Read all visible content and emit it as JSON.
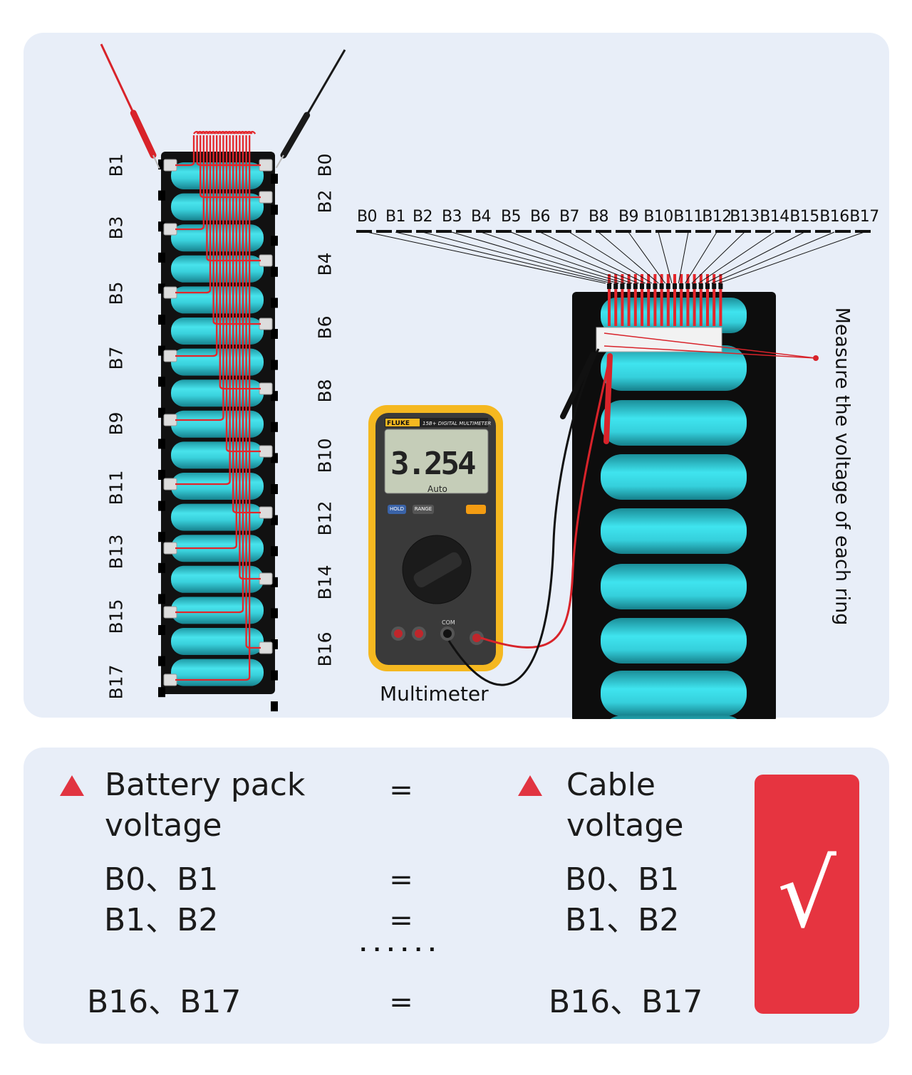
{
  "left_pack": {
    "left_labels": [
      "B1",
      "B3",
      "B5",
      "B7",
      "B9",
      "B11",
      "B13",
      "B15",
      "B17"
    ],
    "right_labels": [
      "B0",
      "B2",
      "B4",
      "B6",
      "B8",
      "B10",
      "B12",
      "B14",
      "B16"
    ]
  },
  "connector_labels": [
    "B0",
    "B1",
    "B2",
    "B3",
    "B4",
    "B5",
    "B6",
    "B7",
    "B8",
    "B9",
    "B10",
    "B11",
    "B12",
    "B13",
    "B14",
    "B15",
    "B16",
    "B17"
  ],
  "measure_note": "Measure the voltage of each ring",
  "multimeter": {
    "label": "Multimeter",
    "brand": "FLUKE",
    "model": "15B+ DIGITAL MULTIMETER",
    "reading": "3.254",
    "mode": "Auto",
    "hold_label": "HOLD",
    "range_label": "RANGE",
    "com_label": "COM"
  },
  "comparison": {
    "left_header_line1": "Battery pack",
    "left_header_line2": "voltage",
    "right_header_line1": "Cable",
    "right_header_line2": "voltage",
    "equals": "=",
    "ellipsis": "······",
    "rows": [
      {
        "left": "B0、B1",
        "right": "B0、B1"
      },
      {
        "left": "B1、B2",
        "right": "B1、B2"
      },
      {
        "left": "B16、B17",
        "right": "B16、B17"
      }
    ],
    "check_symbol": "√"
  },
  "colors": {
    "panel": "#e8eef8",
    "accent_red": "#e13441",
    "cell_cyan": "#3fd6e0",
    "wire_red": "#e3262b",
    "meter_yellow": "#f5b820"
  }
}
